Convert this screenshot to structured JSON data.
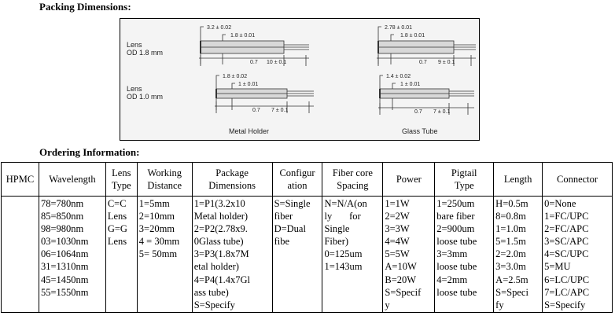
{
  "headings": {
    "packing": "Packing Dimensions:",
    "ordering": "Ordering Information:"
  },
  "drawing": {
    "row_labels": [
      {
        "l1": "Lens",
        "l2": "OD 1.8 mm"
      },
      {
        "l1": "Lens",
        "l2": "OD 1.0 mm"
      }
    ],
    "captions": {
      "left": "Metal Holder",
      "right": "Glass Tube"
    },
    "dims": {
      "tl_outer": "3.2 ± 0.02",
      "tl_inner": "1.8 ± 0.01",
      "tl_a": "0.7",
      "tl_b": "10 ± 0.1",
      "tr_outer": "2.78 ± 0.01",
      "tr_inner": "1.8 ± 0.01",
      "tr_a": "0.7",
      "tr_b": "9 ± 0.1",
      "bl_outer": "1.8 ± 0.02",
      "bl_inner": "1 ± 0.01",
      "bl_a": "0.7",
      "bl_b": "7 ± 0.1",
      "br_outer": "1.4 ± 0.02",
      "br_inner": "1 ± 0.01",
      "br_a": "0.7",
      "br_b": "7 ± 0.1"
    }
  },
  "table": {
    "headers": [
      {
        "h1": "HPMC",
        "h2": ""
      },
      {
        "h1": "Wavelength",
        "h2": ""
      },
      {
        "h1": "Lens",
        "h2": "Type"
      },
      {
        "h1": "Working",
        "h2": "Distance"
      },
      {
        "h1": "Package",
        "h2": "Dimensions"
      },
      {
        "h1": "Configur",
        "h2": "ation"
      },
      {
        "h1": "Fiber core",
        "h2": "Spacing"
      },
      {
        "h1": "Power",
        "h2": ""
      },
      {
        "h1": "Pigtail",
        "h2": "Type"
      },
      {
        "h1": "Length",
        "h2": ""
      },
      {
        "h1": "Connector",
        "h2": ""
      }
    ],
    "columns": [
      [],
      [
        "78=780nm",
        "85=850nm",
        "98=980nm",
        "03=1030nm",
        "06=1064nm",
        "31=1310nm",
        "45=1450nm",
        "55=1550nm"
      ],
      [
        "C=C",
        "Lens",
        "G=G",
        "Lens"
      ],
      [
        "1=5mm",
        "2=10mm",
        "3=20mm",
        "4 = 30mm",
        "5= 50mm"
      ],
      [
        "1=P1(3.2x10",
        "Metal holder)",
        "2=P2(2.78x9.",
        "0Glass tube)",
        "3=P3(1.8x7M",
        "etal holder)",
        "4=P4(1.4x7Gl",
        "ass tube)",
        "S=Specify"
      ],
      [
        "S=Single",
        "fiber",
        "D=Dual",
        "fibe"
      ],
      [
        "N=N/A(on",
        "ly       for",
        "Single",
        "Fiber)",
        "0=125um",
        "1=143um"
      ],
      [
        "1=1W",
        "2=2W",
        "3=3W",
        "4=4W",
        "5=5W",
        "A=10W",
        "B=20W",
        "S=Specif",
        "y"
      ],
      [
        "1=250um",
        "bare fiber",
        "2=900um",
        "loose tube",
        "3=3mm",
        "loose tube",
        "4=2mm",
        "loose tube"
      ],
      [
        "H=0.5m",
        "8=0.8m",
        "1=1.0m",
        "5=1.5m",
        "2=2.0m",
        "3=3.0m",
        "A=2.5m",
        "S=Speci",
        "fy"
      ],
      [
        "0=None",
        "1=FC/UPC",
        "2=FC/APC",
        "3=SC/APC",
        "4=SC/UPC",
        "5=MU",
        "6=LC/UPC",
        "7=LC/APC",
        "S=Specify"
      ]
    ]
  }
}
